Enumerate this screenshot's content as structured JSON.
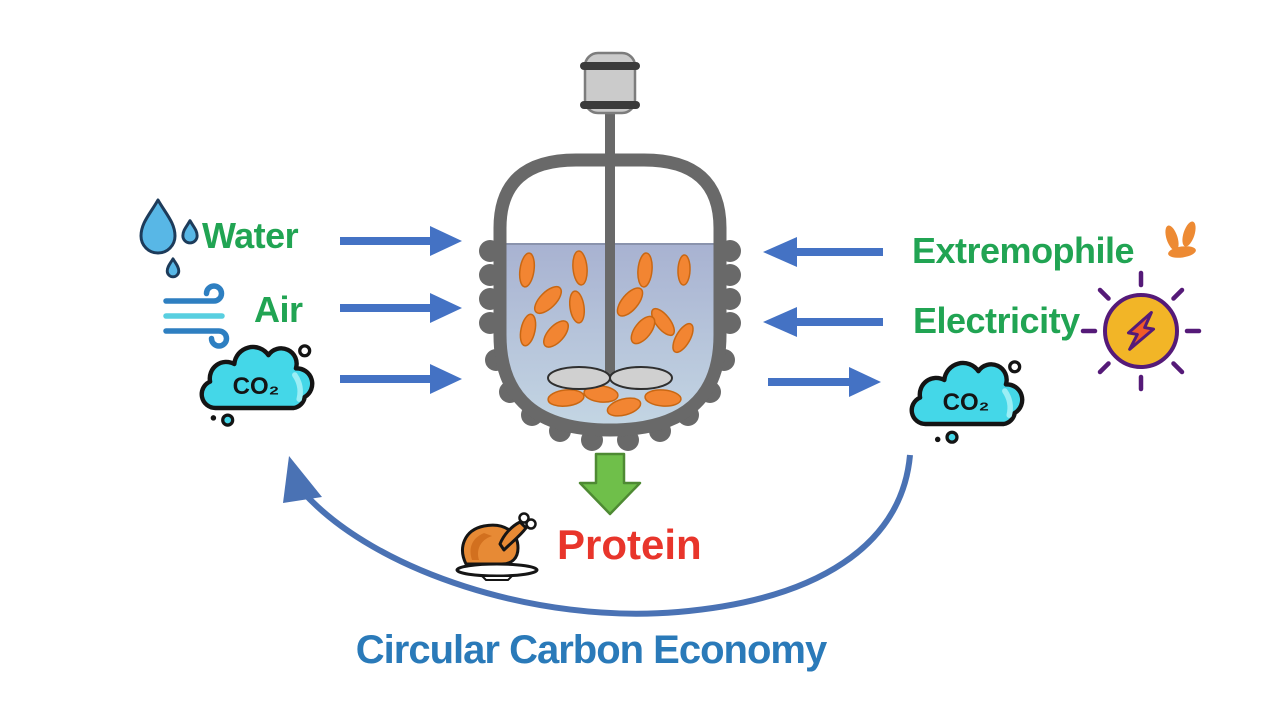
{
  "diagram": {
    "title": "Circular Carbon Economy",
    "left_inputs": [
      {
        "id": "water",
        "label": "Water",
        "icon": "water-drops-icon"
      },
      {
        "id": "air",
        "label": "Air",
        "icon": "wind-icon"
      },
      {
        "id": "co2-in",
        "label": "CO₂",
        "icon": "co2-cloud-icon"
      }
    ],
    "right_inputs": [
      {
        "id": "extremophile",
        "label": "Extremophile",
        "icon": "microbes-icon"
      },
      {
        "id": "electricity",
        "label": "Electricity",
        "icon": "solar-energy-icon"
      }
    ],
    "outputs": [
      {
        "id": "co2-out",
        "label": "CO₂",
        "icon": "co2-cloud-icon"
      },
      {
        "id": "protein",
        "label": "Protein",
        "icon": "roast-turkey-icon"
      }
    ],
    "colors": {
      "label_green": "#21a453",
      "arrow_blue": "#4472c4",
      "recycle_arrow_blue": "#4a72b4",
      "title_blue": "#2a7ab9",
      "protein_red": "#e8352b",
      "protein_arrow_green": "#6fbf4a",
      "cell_orange": "#f28532",
      "co2_cloud_cyan": "#44d7e8",
      "vessel_gray": "#696969",
      "electricity_yellow": "#f2b527",
      "electricity_purple": "#551a78"
    }
  }
}
